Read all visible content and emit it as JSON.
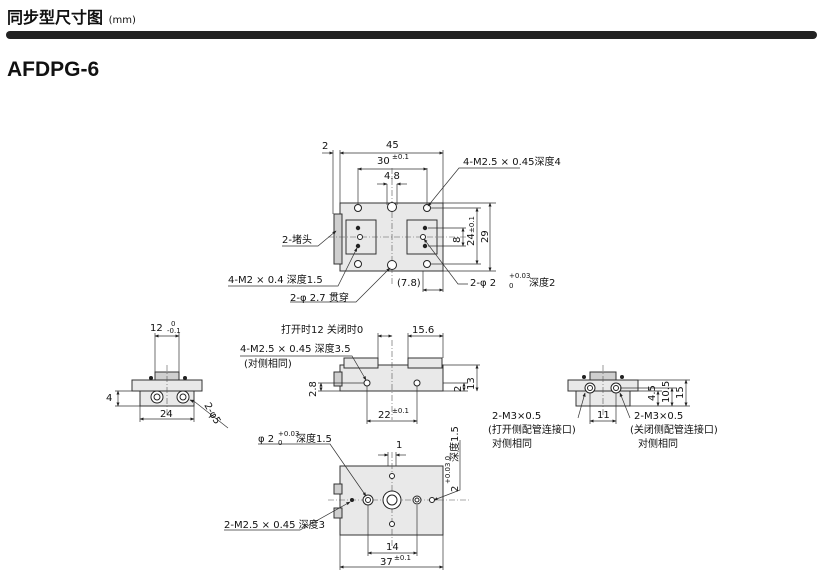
{
  "header": {
    "title": "同步型尺寸图",
    "unit": "(mm)"
  },
  "model": "AFDPG-6",
  "top_view": {
    "dim_2": "2",
    "dim_45": "45",
    "dim_30": "30",
    "dim_30_tol": "±0.1",
    "dim_4_8": "4.8",
    "dim_8": "8",
    "dim_24": "24",
    "dim_24_tol": "±0.1",
    "dim_29": "29",
    "dim_7_8": "(7.8)",
    "note_m25": "4-M2.5 × 0.45深度4",
    "note_plug": "2-堵头",
    "note_m2": "4-M2 × 0.4 深度1.5",
    "note_phi27": "2-φ 2.7 贯穿",
    "note_phi2": "2-φ 2",
    "note_phi2_tol_up": "+0.03",
    "note_phi2_tol_low": "0",
    "note_phi2_depth": "深度2"
  },
  "left_view": {
    "dim_12": "12",
    "dim_12_tol_up": "0",
    "dim_12_tol_low": "-0.1",
    "dim_4": "4",
    "dim_24": "24",
    "dim_phi5": "2-φ5"
  },
  "front_view": {
    "note_open_close": "打开时12   关闭时0",
    "dim_15_6": "15.6",
    "note_m25_front": "4-M2.5 × 0.45 深度3.5",
    "note_opposite": "(对侧相同)",
    "dim_2_8": "2.8",
    "dim_2": "2",
    "dim_13": "13",
    "dim_22": "22",
    "dim_22_tol": "±0.1"
  },
  "right_view": {
    "dim_4_5": "4.5",
    "dim_10_5": "10.5",
    "dim_15": "15",
    "dim_11": "11",
    "note_m3_open": "2-M3×0.5",
    "note_m3_open_2": "(打开侧配管连接口)",
    "note_m3_close": "2-M3×0.5",
    "note_m3_close_2": "(关闭侧配管连接口)",
    "note_same": "对侧相同"
  },
  "bottom_view": {
    "note_phi2": "φ 2",
    "note_phi2_tol_up": "+0.03",
    "note_phi2_tol_low": "0",
    "note_phi2_depth": "深度1.5",
    "dim_1": "1",
    "note_right": "2",
    "note_right_tol": "+0.03 0",
    "note_right_depth": "深度1.5",
    "note_m25": "2-M2.5 × 0.45 深度3",
    "dim_14": "14",
    "dim_37": "37",
    "dim_37_tol": "±0.1"
  }
}
